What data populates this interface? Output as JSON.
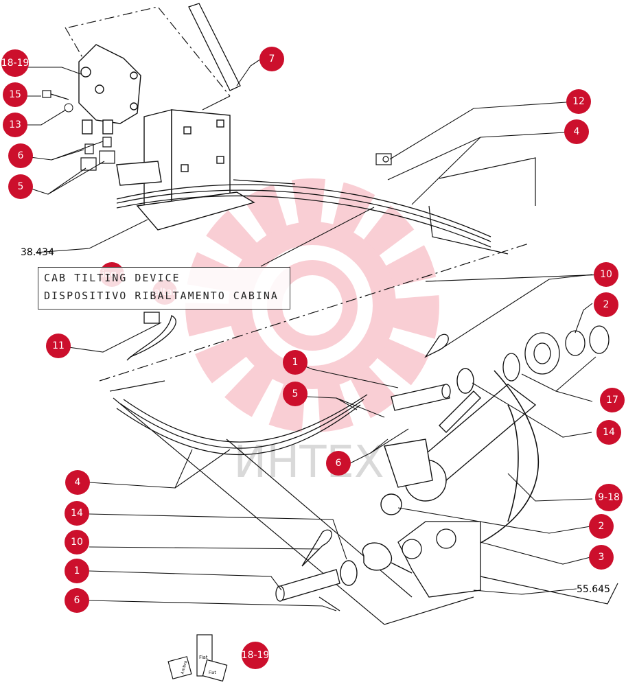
{
  "diagram": {
    "caption_en": "CAB TILTING DEVICE",
    "caption_it": "DISPOSITIVO RIBALTAMENTO CABINA",
    "watermark": "ИНТЕХ",
    "accent_color": "#cc0f2c",
    "callouts": [
      {
        "id": "c-18-19-top",
        "label": "18-19"
      },
      {
        "id": "c-15",
        "label": "15"
      },
      {
        "id": "c-13",
        "label": "13"
      },
      {
        "id": "c-6-top",
        "label": "6"
      },
      {
        "id": "c-5-top",
        "label": "5"
      },
      {
        "id": "c-7",
        "label": "7"
      },
      {
        "id": "c-12",
        "label": "12"
      },
      {
        "id": "c-4-top",
        "label": "4"
      },
      {
        "id": "c-tilting",
        "label": "ting d"
      },
      {
        "id": "c-baltam",
        "label": "baltam"
      },
      {
        "id": "c-11",
        "label": "11"
      },
      {
        "id": "c-10-right",
        "label": "10"
      },
      {
        "id": "c-2-right",
        "label": "2"
      },
      {
        "id": "c-17",
        "label": "17"
      },
      {
        "id": "c-1-mid",
        "label": "1"
      },
      {
        "id": "c-5-mid",
        "label": "5"
      },
      {
        "id": "c-14-right",
        "label": "14"
      },
      {
        "id": "c-6-mid",
        "label": "6"
      },
      {
        "id": "c-4-left",
        "label": "4"
      },
      {
        "id": "c-18-19-right",
        "label": "9-18"
      },
      {
        "id": "c-14-left",
        "label": "14"
      },
      {
        "id": "c-2-low",
        "label": "2"
      },
      {
        "id": "c-10-left",
        "label": "10"
      },
      {
        "id": "c-3",
        "label": "3"
      },
      {
        "id": "c-1-low",
        "label": "1"
      },
      {
        "id": "c-6-low",
        "label": "6"
      },
      {
        "id": "c-18-19-bottom",
        "label": "18-19"
      }
    ],
    "refs": [
      {
        "id": "ref-38434",
        "label": "38.434"
      },
      {
        "id": "ref-55645",
        "label": "55.645"
      }
    ],
    "oil_icon_labels": [
      "Ambra",
      "Fiat",
      "Fiat"
    ]
  }
}
